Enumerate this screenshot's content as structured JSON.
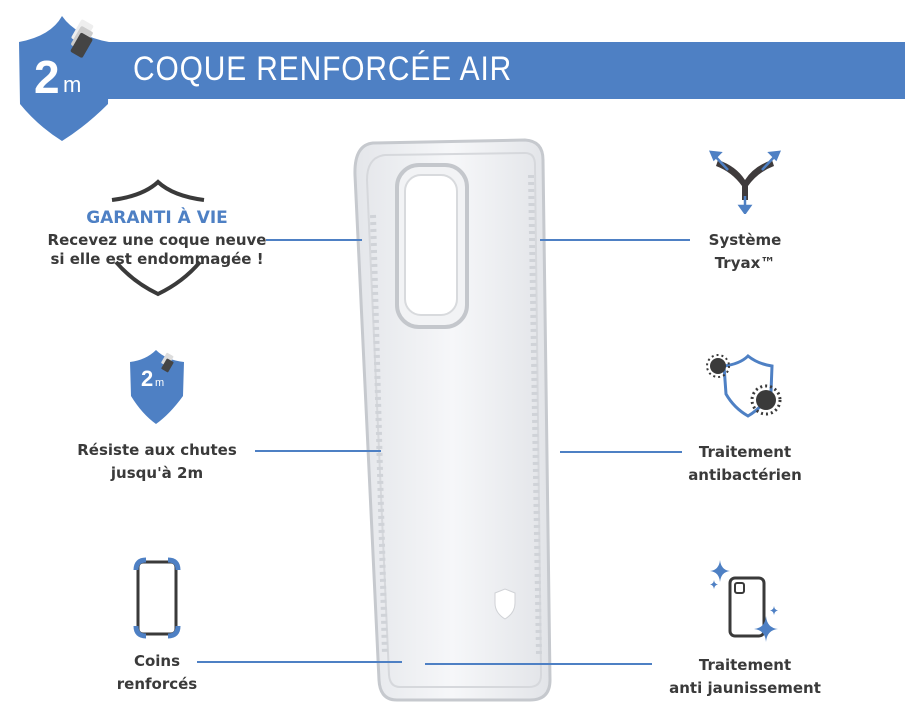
{
  "header": {
    "title": "COQUE RENFORCÉE AIR",
    "badge_number": "2",
    "badge_unit": "m"
  },
  "features_left": [
    {
      "title": "GARANTI À VIE",
      "lines": [
        "Recevez une coque neuve",
        "si elle est endommagée !"
      ],
      "icon": "shield-outline-icon"
    },
    {
      "lines": [
        "Résiste aux chutes",
        "jusqu'à 2m"
      ],
      "icon": "drop-shield-icon",
      "badge_number": "2",
      "badge_unit": "m"
    },
    {
      "lines": [
        "Coins",
        "renforcés"
      ],
      "icon": "reinforced-corners-icon"
    }
  ],
  "features_right": [
    {
      "lines": [
        "Système",
        "Tryax™"
      ],
      "icon": "tryax-icon"
    },
    {
      "lines": [
        "Traitement",
        "antibactérien"
      ],
      "icon": "antibacterial-shield-icon"
    },
    {
      "lines": [
        "Traitement",
        "anti jaunissement"
      ],
      "icon": "sparkle-phone-icon"
    }
  ],
  "colors": {
    "accent": "#4e80c4",
    "text": "#3a3a3a"
  }
}
